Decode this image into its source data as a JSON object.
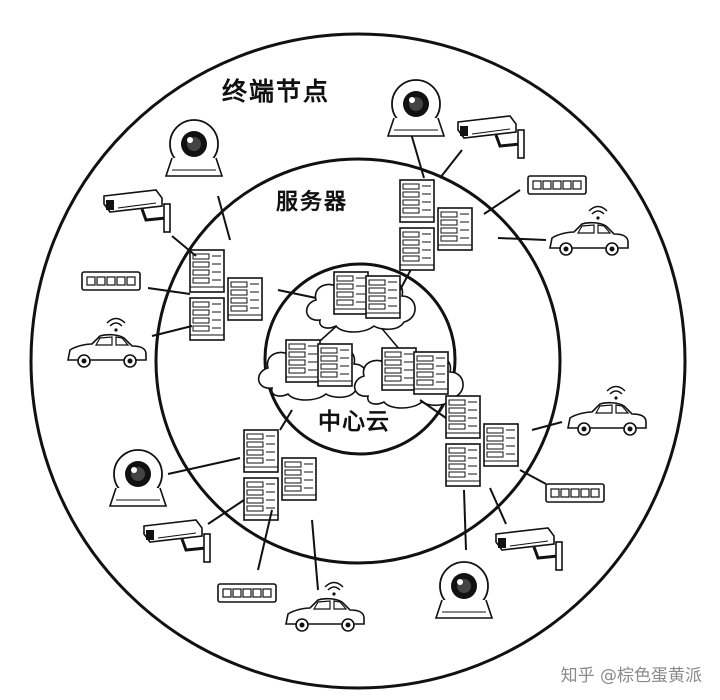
{
  "rings": {
    "outer_label": "终端节点",
    "middle_label": "服务器",
    "inner_label": "中心云"
  },
  "watermark": "知乎 @棕色蛋黄派",
  "icons": {
    "cloud": "cloud-server-icon",
    "server": "server-rack-icon",
    "camera": "security-camera-icon",
    "webcam": "webcam-icon",
    "car": "connected-car-icon",
    "switch": "network-switch-icon"
  }
}
